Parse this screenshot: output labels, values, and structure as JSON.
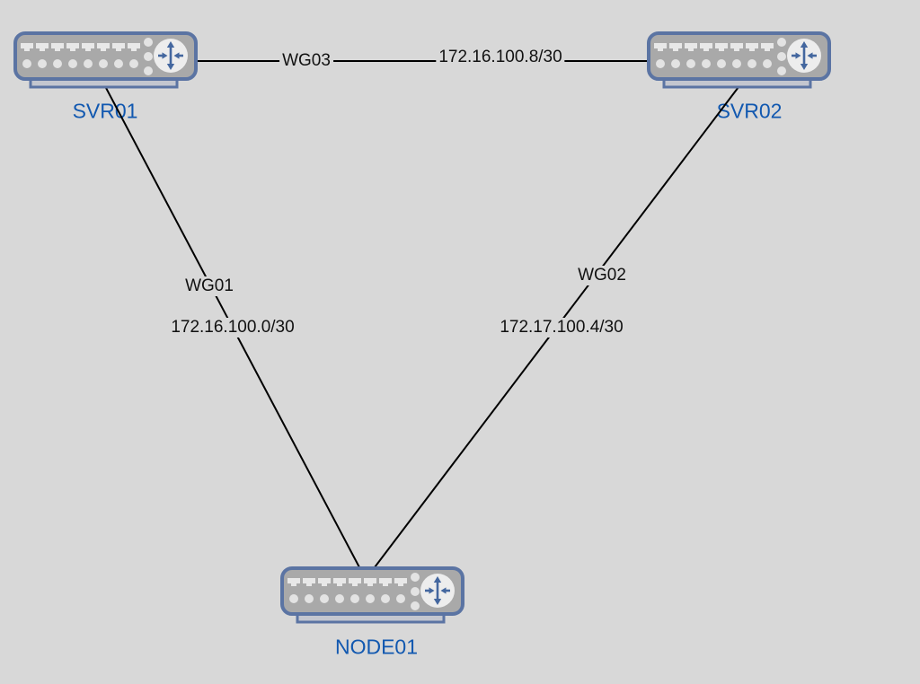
{
  "diagram": {
    "background_color": "#d8d8d8",
    "devices": [
      {
        "id": "svr01",
        "label": "SVR01",
        "icon": "switch-icon"
      },
      {
        "id": "svr02",
        "label": "SVR02",
        "icon": "switch-icon"
      },
      {
        "id": "node01",
        "label": "NODE01",
        "icon": "switch-icon"
      }
    ],
    "links": [
      {
        "name": "WG03",
        "subnet": "172.16.100.8/30",
        "endpoints": [
          "SVR01",
          "SVR02"
        ]
      },
      {
        "name": "WG01",
        "subnet": "172.16.100.0/30",
        "endpoints": [
          "SVR01",
          "NODE01"
        ]
      },
      {
        "name": "WG02",
        "subnet": "172.17.100.4/30",
        "endpoints": [
          "SVR02",
          "NODE01"
        ]
      }
    ],
    "colors": {
      "device_label_text": "#1158b0",
      "device_border": "#5b74a3",
      "device_body": "#a9a9a9",
      "device_port": "#e8e8e8",
      "device_badge_circle": "#ededed",
      "device_arrow": "#44679f",
      "link_line": "#000000",
      "link_label_text": "#111111"
    }
  }
}
